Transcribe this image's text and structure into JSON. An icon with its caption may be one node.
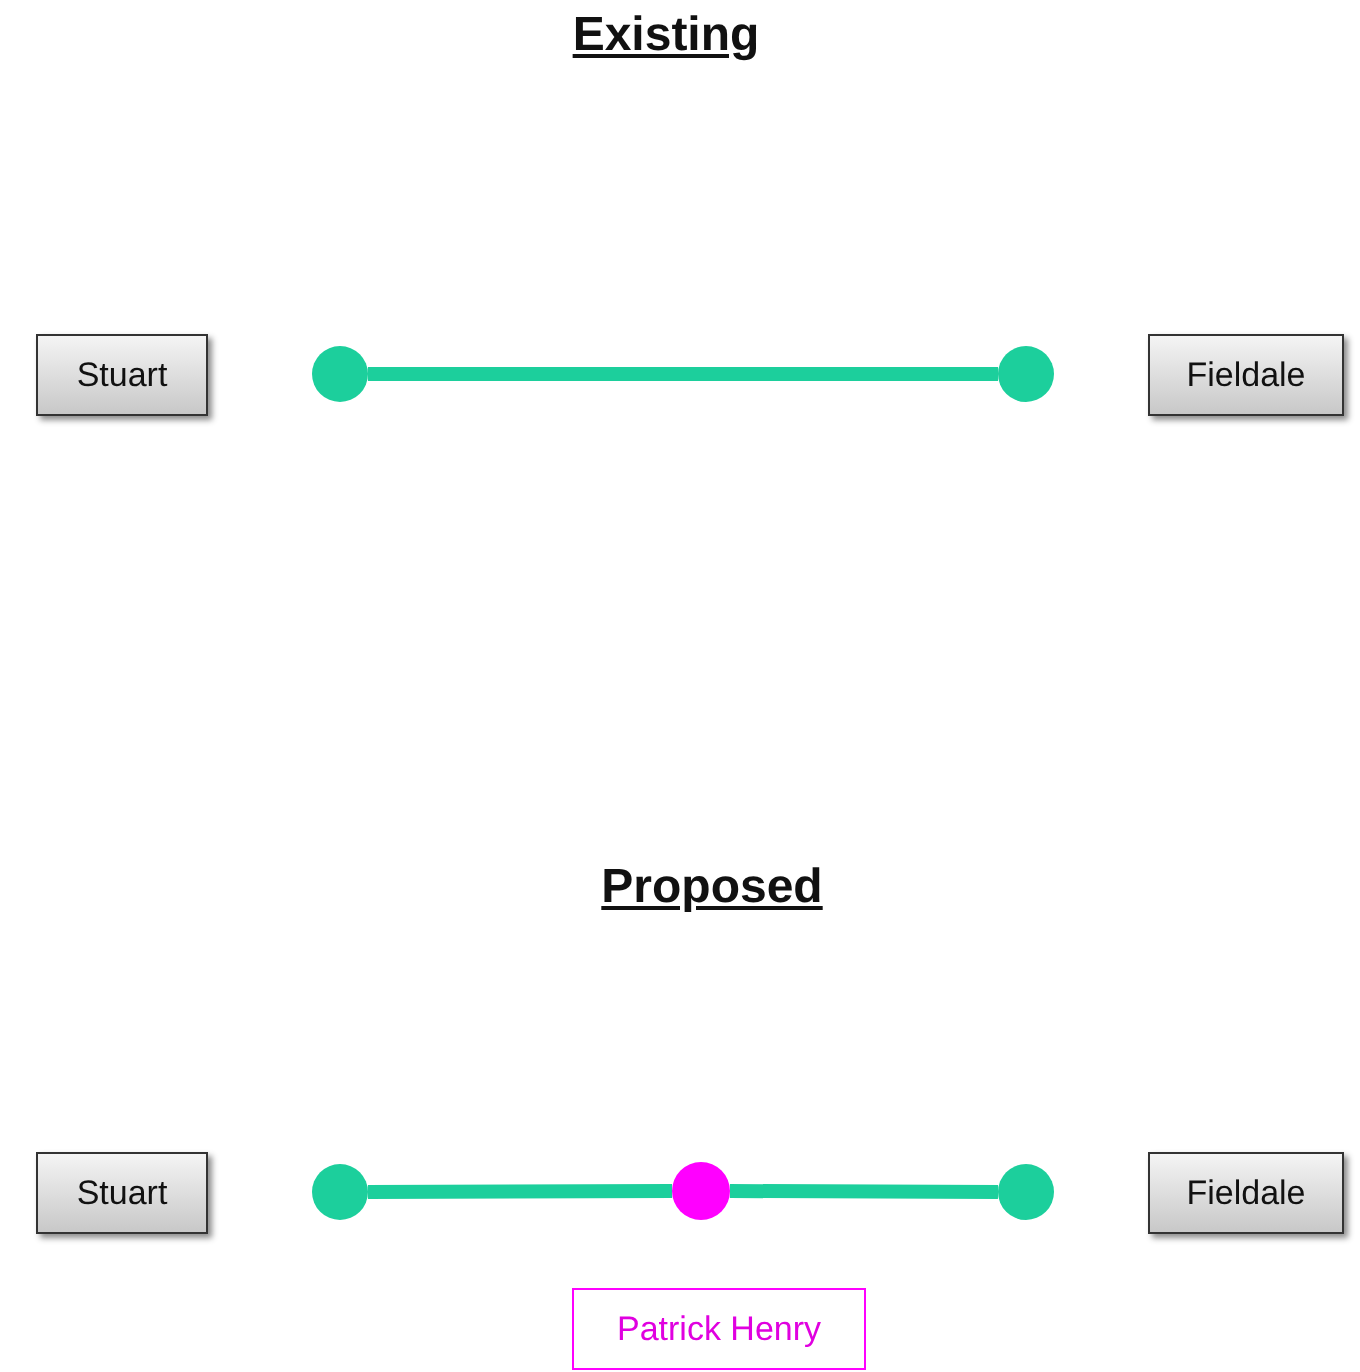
{
  "diagram": {
    "nodes": [
      {
        "text": [
          "Stuart"
        ]
      },
      {
        "text": [
          "Fieldale"
        ]
      },
      {
        "text": [],
        "shape": "circle"
      },
      {
        "text": [],
        "shape": "circle"
      },
      {
        "text": [
          "Stuart"
        ]
      },
      {
        "text": [
          "Fieldale"
        ]
      },
      {
        "text": [],
        "shape": "circle"
      },
      {
        "text": [],
        "shape": "circle"
      },
      {
        "text": [],
        "shape": "circle"
      },
      {
        "text": [
          "Patrick Henry"
        ]
      }
    ],
    "edges": [
      {
        "from": 2,
        "to": 3,
        "arrow": "none"
      },
      {
        "from": 6,
        "to": 7,
        "arrow": "none"
      },
      {
        "from": 7,
        "to": 8,
        "arrow": "none"
      }
    ],
    "labels": [
      "Existing",
      "Proposed"
    ]
  }
}
